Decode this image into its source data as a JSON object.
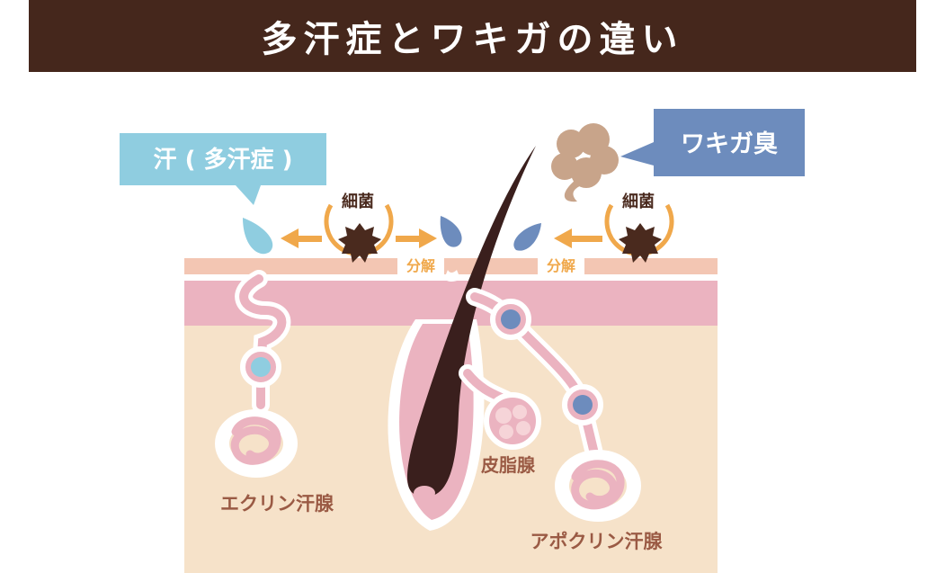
{
  "title": "多汗症とワキガの違い",
  "labels": {
    "sweat": "汗 ( 多汗症 )",
    "odor": "ワキガ臭",
    "bacteria_left": "細菌",
    "bacteria_right": "細菌",
    "decompose_left": "分解",
    "decompose_right": "分解",
    "eccrine": "エクリン汗腺",
    "sebaceous": "皮脂腺",
    "apocrine": "アポクリン汗腺"
  },
  "colors": {
    "title_bg": "#45271c",
    "sweat": "#8fcde0",
    "odor_box": "#6d8cbd",
    "arrow": "#f0a84b",
    "skin_top": "#f3c6b3",
    "dermis": "#ebb3c0",
    "tissue": "#f6e2c9",
    "hair": "#3a1f1d",
    "label_text": "#9a5a44"
  },
  "icons": {
    "bacteria": "bacteria-icon",
    "sweat_drop": "sweat-drop-icon",
    "odor_cloud": "odor-cloud-icon"
  }
}
